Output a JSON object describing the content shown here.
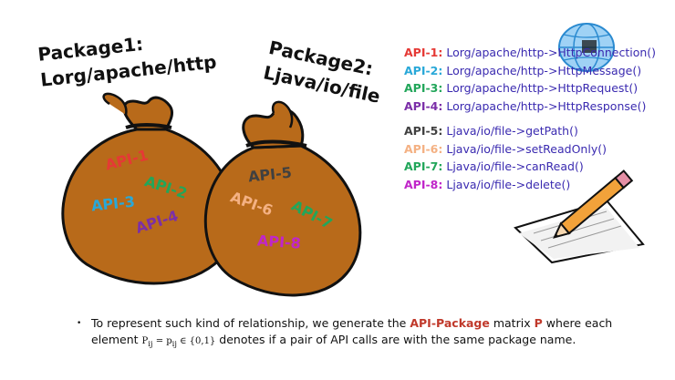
{
  "package1": {
    "title_line1": "Package1:",
    "title_line2": "Lorg/apache/http",
    "bag_labels": [
      "API-1",
      "API-2",
      "API-3",
      "API-4"
    ]
  },
  "package2": {
    "title_line1": "Package2:",
    "title_line2": "Ljava/io/file",
    "bag_labels": [
      "API-5",
      "API-6",
      "API-7",
      "API-8"
    ]
  },
  "api_list": {
    "group1": [
      {
        "id": "API-1:",
        "sig": "Lorg/apache/http->HttpConnection()",
        "color": "#e53935"
      },
      {
        "id": "API-2:",
        "sig": "Lorg/apache/http->HttpMessage()",
        "color": "#29a8d8"
      },
      {
        "id": "API-3:",
        "sig": "Lorg/apache/http->HttpRequest()",
        "color": "#22a65a"
      },
      {
        "id": "API-4:",
        "sig": "Lorg/apache/http->HttpResponse()",
        "color": "#7b2fa8"
      }
    ],
    "group2": [
      {
        "id": "API-5:",
        "sig": "Ljava/io/file->getPath()",
        "color": "#404040"
      },
      {
        "id": "API-6:",
        "sig": "Ljava/io/file->setReadOnly()",
        "color": "#f4b183"
      },
      {
        "id": "API-7:",
        "sig": "Ljava/io/file->canRead()",
        "color": "#22a65a"
      },
      {
        "id": "API-8:",
        "sig": "Ljava/io/file->delete()",
        "color": "#c026c9"
      }
    ]
  },
  "bullet": {
    "dot": "•",
    "part1": "To represent such kind of relationship, we generate the ",
    "highlight1": "API-Package",
    "part2": " matrix ",
    "highlight2": "P",
    "part3": " where each element ",
    "math": "P",
    "math_sub": "ij",
    "math_rest": " = p",
    "math_sub2": "ij",
    "math_set": " ∈ {0,1}",
    "part4": " denotes if a pair of API calls are with the same package name."
  },
  "colors": {
    "bag_fill": "#b86a1a",
    "bag_outline": "#111111",
    "accent_red": "#c0392b"
  },
  "icons": [
    "globe-icon",
    "paper-pencil-icon",
    "money-bag-icon"
  ]
}
